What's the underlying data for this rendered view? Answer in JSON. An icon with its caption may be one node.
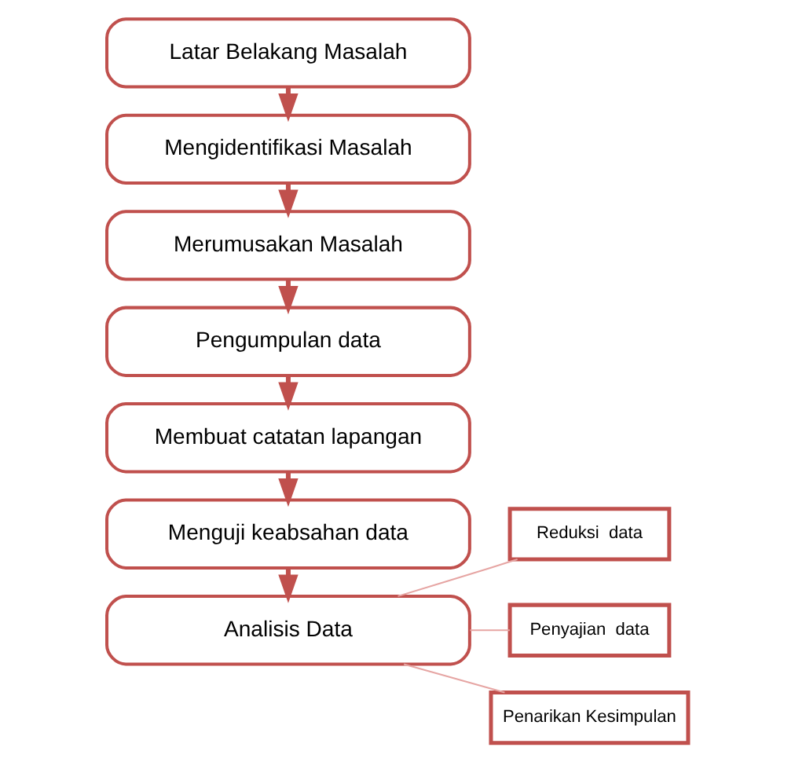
{
  "diagram": {
    "nodes": [
      {
        "text": [
          "Latar Belakang Masalah"
        ]
      },
      {
        "text": [
          "Mengidentifikasi Masalah"
        ]
      },
      {
        "text": [
          "Merumusakan Masalah"
        ]
      },
      {
        "text": [
          "Pengumpulan data"
        ]
      },
      {
        "text": [
          "Membuat catatan lapangan"
        ]
      },
      {
        "text": [
          "Menguji keabsahan data"
        ]
      },
      {
        "text": [
          "Analisis Data"
        ]
      },
      {
        "text": [
          "Reduksi  data"
        ]
      },
      {
        "text": [
          "Penyajian  data"
        ]
      },
      {
        "text": [
          "Penarikan Kesimpulan"
        ]
      }
    ],
    "edges": [
      {
        "from": 0,
        "to": 1,
        "arrow": "to"
      },
      {
        "from": 1,
        "to": 2,
        "arrow": "to"
      },
      {
        "from": 2,
        "to": 3,
        "arrow": "to"
      },
      {
        "from": 3,
        "to": 4,
        "arrow": "to"
      },
      {
        "from": 4,
        "to": 5,
        "arrow": "to"
      },
      {
        "from": 5,
        "to": 6,
        "arrow": "to"
      },
      {
        "from": 6,
        "to": 7,
        "arrow": "none"
      },
      {
        "from": 6,
        "to": 8,
        "arrow": "none"
      },
      {
        "from": 6,
        "to": 9,
        "arrow": "none"
      }
    ]
  }
}
